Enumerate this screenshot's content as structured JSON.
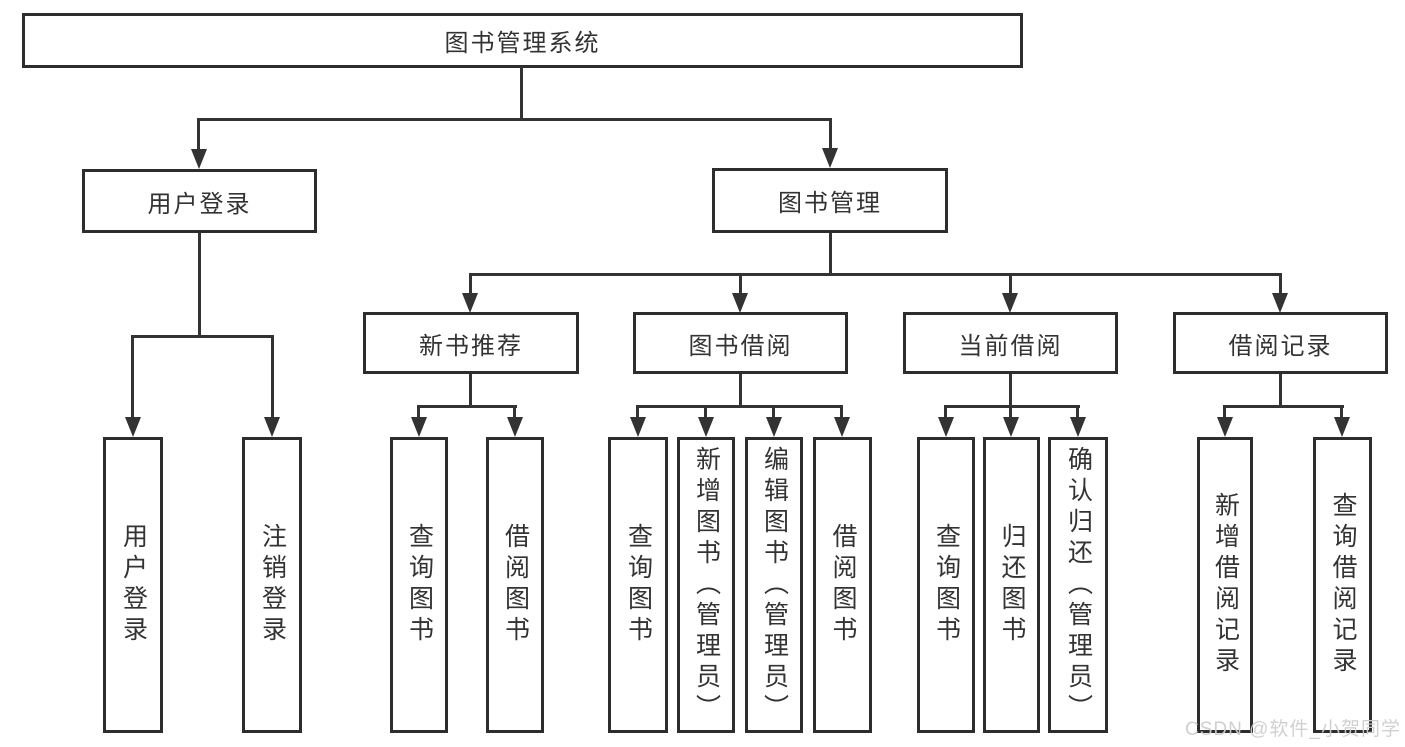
{
  "diagram": {
    "title": "图书管理系统",
    "watermark": "CSDN @软件_小贺同学",
    "colors": {
      "line": "#333333",
      "box_border": "#2d2d2d",
      "box_fill": "#ffffff",
      "text": "#333333",
      "watermark": "#cdcdcd"
    },
    "nodes": {
      "root": "图书管理系统",
      "login": "用户登录",
      "mgmt": "图书管理",
      "recommend": "新书推荐",
      "borrow": "图书借阅",
      "current": "当前借阅",
      "record": "借阅记录",
      "login_children": [
        "用户登录",
        "注销登录"
      ],
      "recommend_children": [
        "查询图书",
        "借阅图书"
      ],
      "borrow_children": [
        "查询图书",
        "新增图书（管理员）",
        "编辑图书（管理员）",
        "借阅图书"
      ],
      "current_children": [
        "查询图书",
        "归还图书",
        "确认归还（管理员）"
      ],
      "record_children": [
        "新增借阅记录",
        "查询借阅记录"
      ]
    }
  }
}
